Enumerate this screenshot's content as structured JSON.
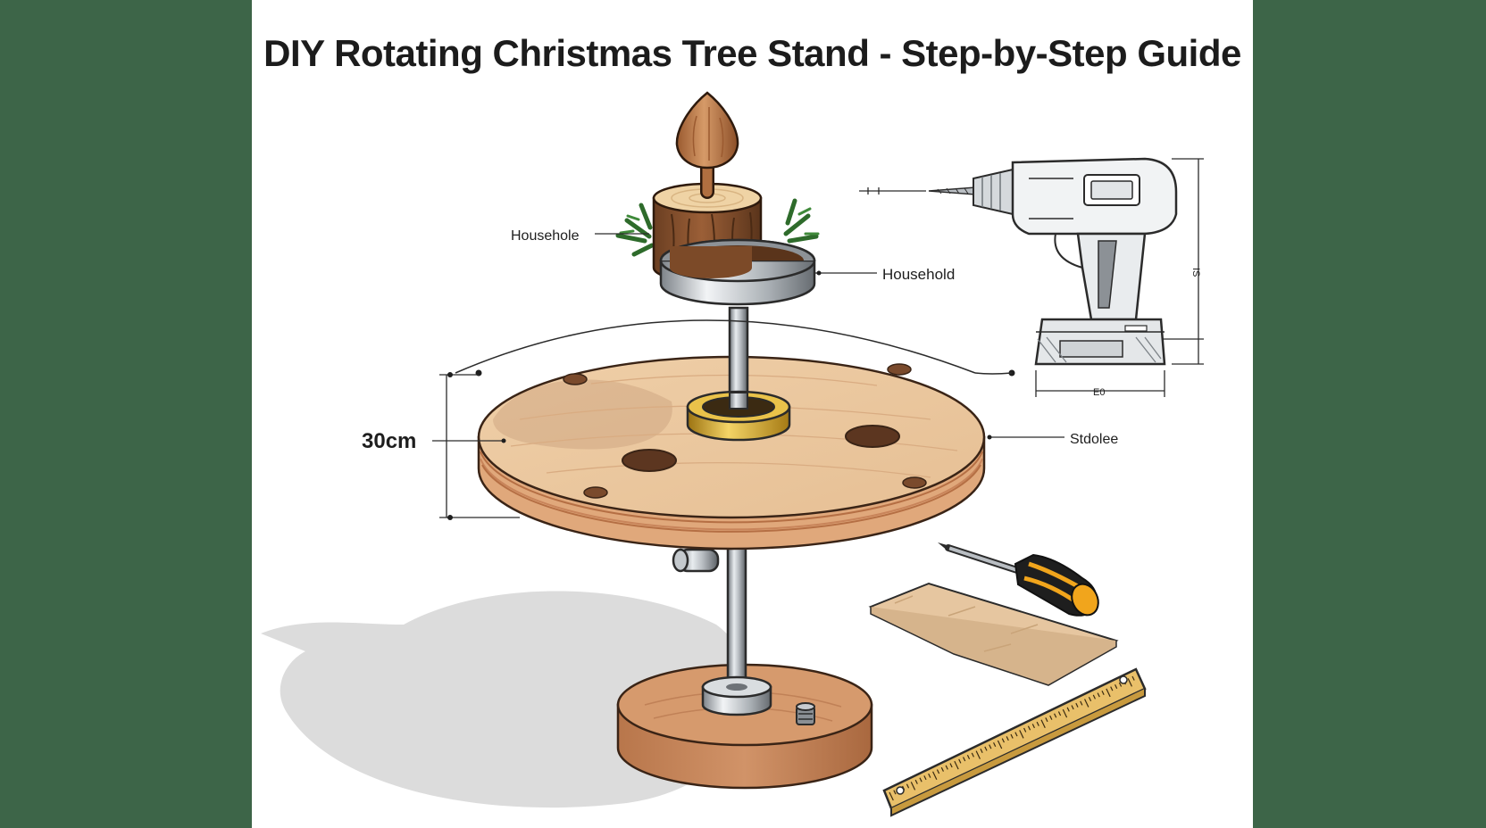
{
  "colors": {
    "background": "#3d6548",
    "panel": "#ffffff",
    "wood_light": "#e8c39c",
    "wood_dark": "#b9774e",
    "metal": "#9aa0a6",
    "brass": "#d9a520",
    "tool_accent": "#f1a51c"
  },
  "title": "DIY Rotating Christmas Tree Stand - Step-by-Step Guide",
  "labels": {
    "top_left": "Househole",
    "top_right": "Household",
    "right_side": "Stdolee",
    "dimension": "30cm"
  },
  "drill_dimensions": {
    "width": "E0",
    "height": "IS"
  },
  "icons": [
    "tree-stump-icon",
    "drill-icon",
    "screwdriver-icon",
    "sandpaper-icon",
    "ruler-icon",
    "bolt-icon"
  ]
}
